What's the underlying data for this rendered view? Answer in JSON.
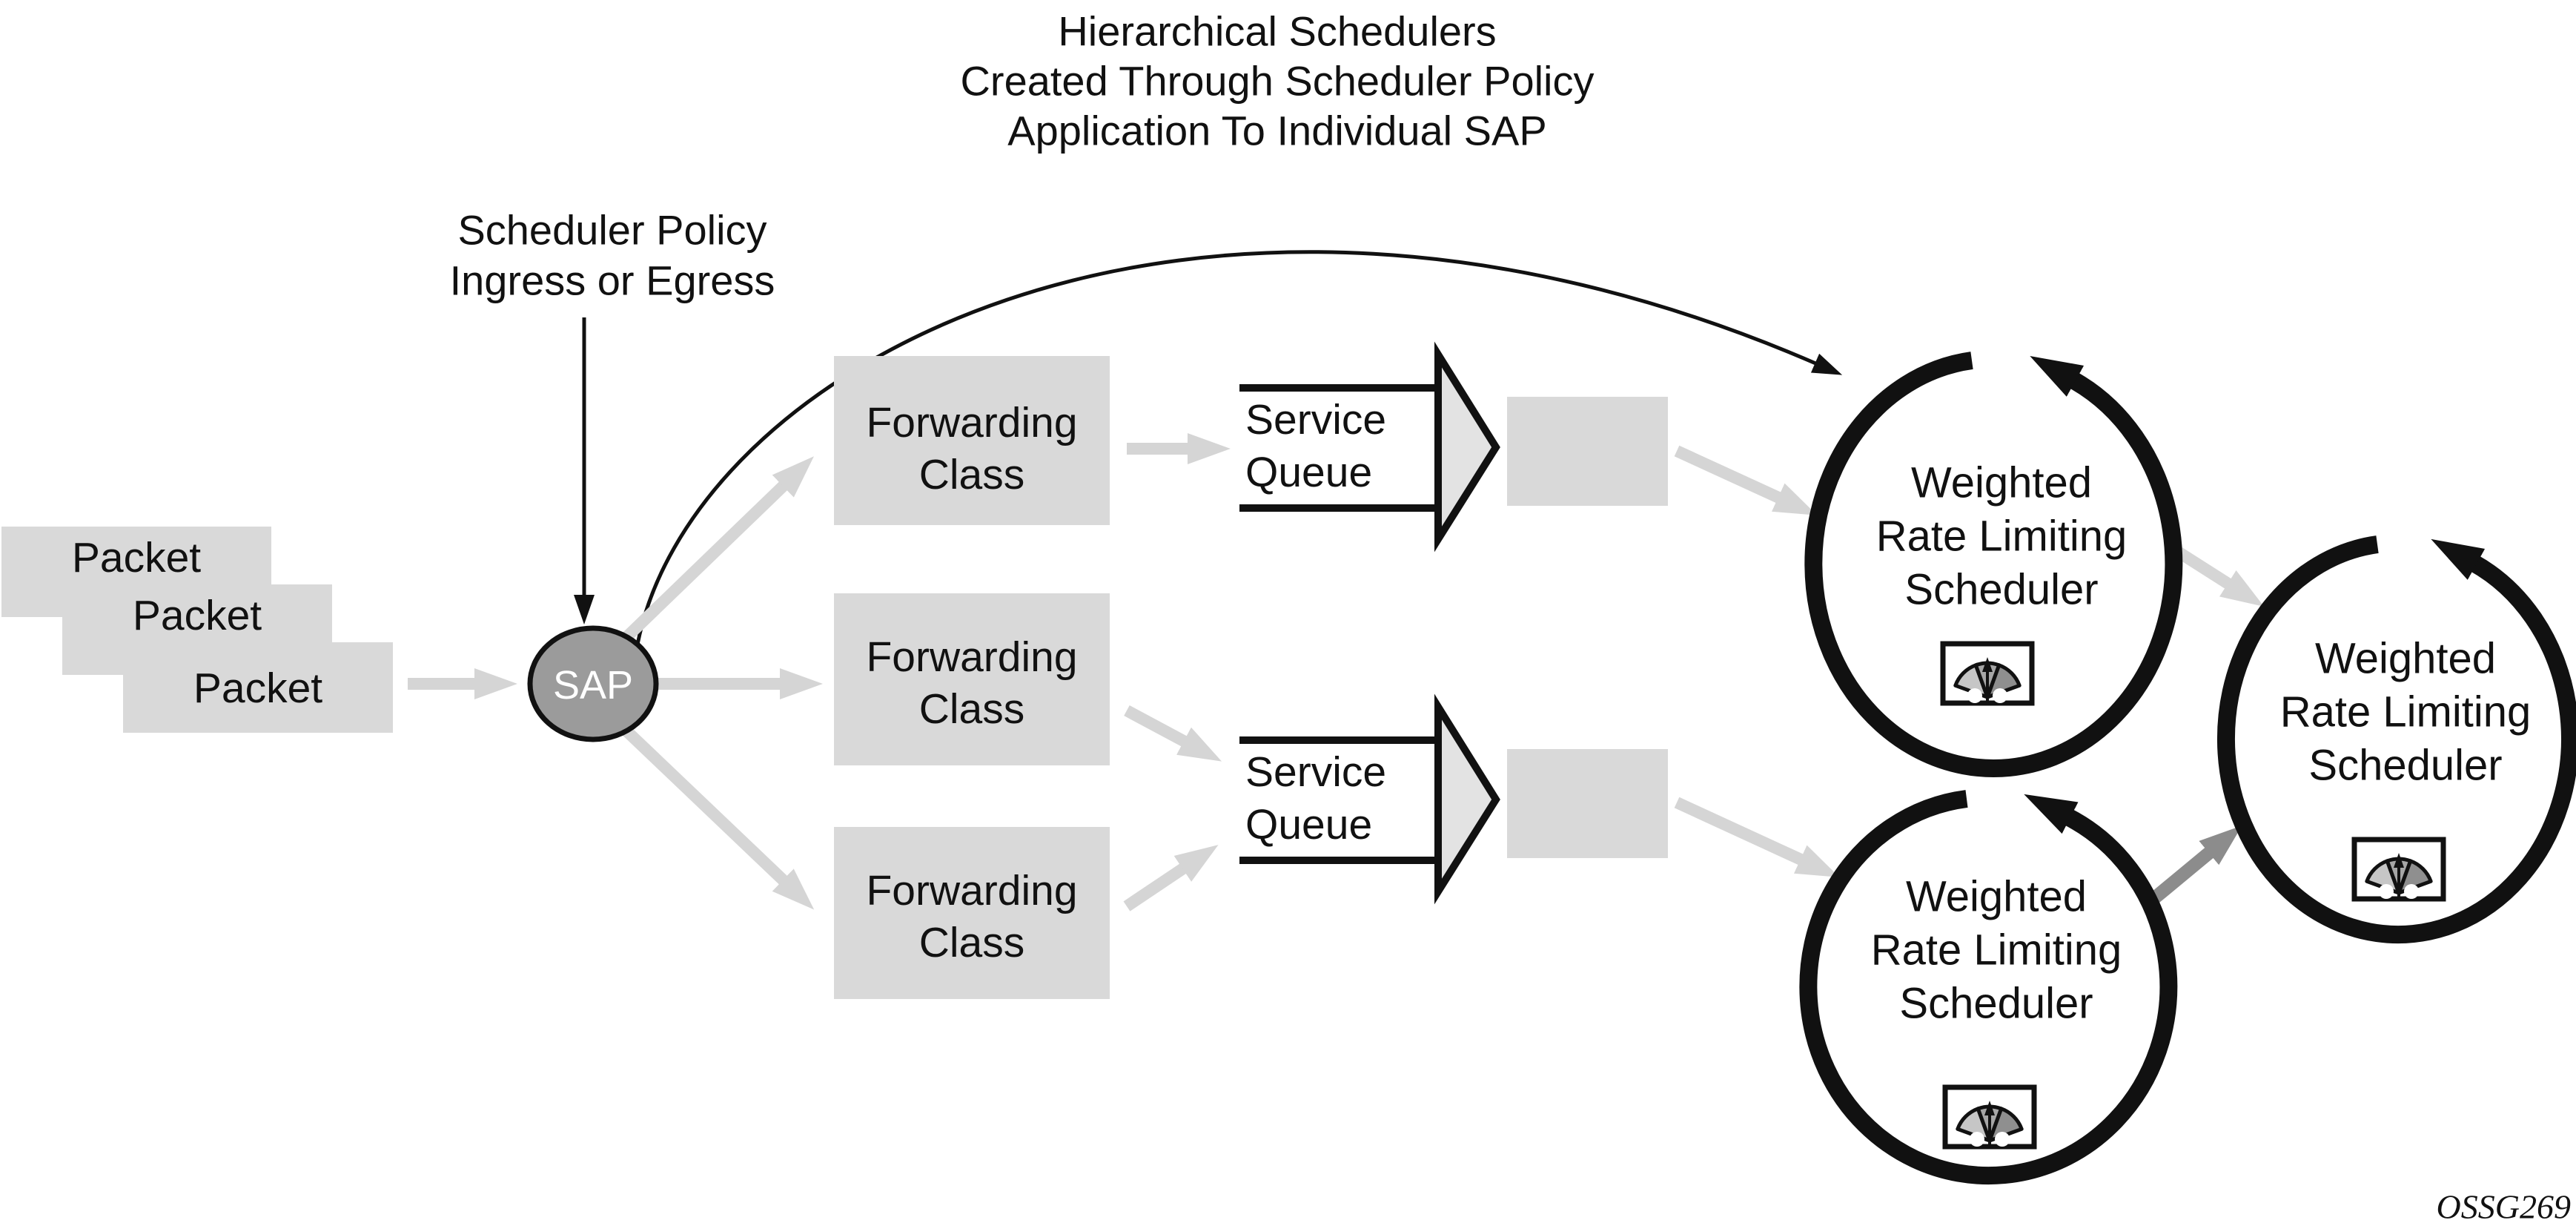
{
  "title": {
    "line1": "Hierarchical Schedulers",
    "line2": "Created Through Scheduler Policy",
    "line3": "Application To Individual SAP"
  },
  "scheduler_policy": {
    "line1": "Scheduler Policy",
    "line2": "Ingress or Egress"
  },
  "packets": {
    "packet1": "Packet",
    "packet2": "Packet",
    "packet3": "Packet"
  },
  "sap": {
    "label": "SAP"
  },
  "forwarding_class": {
    "line1": "Forwarding",
    "line2": "Class"
  },
  "service_queue": {
    "line1": "Service",
    "line2": "Queue"
  },
  "scheduler": {
    "line1": "Weighted",
    "line2": "Rate Limiting",
    "line3": "Scheduler"
  },
  "watermark": "OSSG269",
  "colors": {
    "box_fill": "#d9d9d9",
    "light_arrow": "#d5d5d5",
    "dark_arrow": "#8c8c8c",
    "sap_fill": "#9b9b9b",
    "queue_head_fill": "#e3e3e3",
    "gauge_wedge_left": "#c6c6c6",
    "gauge_wedge_mid": "#a6a6a6",
    "gauge_wedge_right": "#8f8f8f",
    "ink": "#111111"
  }
}
